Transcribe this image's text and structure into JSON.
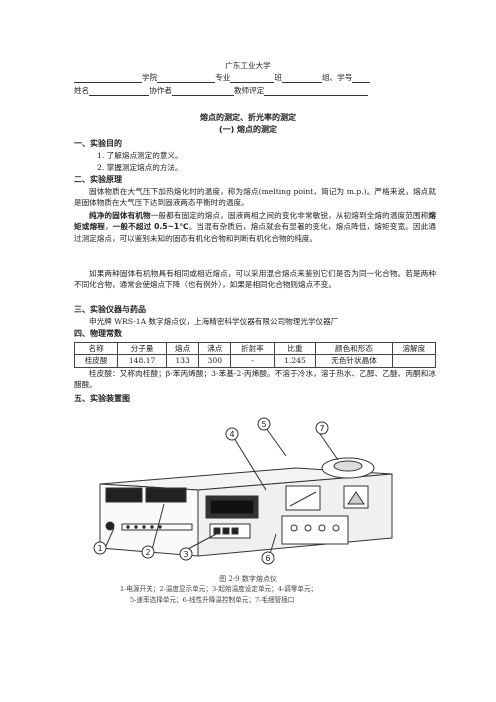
{
  "header": {
    "university": "广东工业大学",
    "college_label": "学院",
    "major_label": "专业",
    "class_label": "班",
    "group_label": "组、学号",
    "name_label": "姓名",
    "partner_label": "协作者",
    "grade_label": "教师评定"
  },
  "title": "熔点的测定、折光率的测定",
  "subtitle": "(一) 熔点的测定",
  "sections": {
    "s1": {
      "heading": "一、实验目的",
      "items": [
        "1. 了解熔点测定的意义。",
        "2. 掌握测定熔点的方法。"
      ]
    },
    "s2": {
      "heading": "二、实验原理",
      "p1": "固体物质在大气压下加热熔化时的温度，称为熔点(melting point，简记为 m.p.)。严格来说，熔点就是固体物质在大气压下达到固液两态平衡时的温度。",
      "p2_bold": "纯净的固体有机物",
      "p2_a": "一般都有固定的熔点，固液两相之间的变化非常敏锐，从初熔到全熔的温度范围称",
      "p2_bold2": "熔矩或熔程",
      "p2_b": "，",
      "p2_bold3": "一般不超过 0.5~1℃",
      "p2_c": "。当混有杂质后，熔点就会有显著的变化，熔点降低，熔矩变宽。因此通过测定熔点，可以鉴别未知的固态有机化合物和判断有机化合物的纯度。",
      "p3": "如果两种固体有机物具有相同或相近熔点，可以采用混合熔点来鉴别它们是否为同一化合物。若是两种不同化合物，通常会使熔点下降（也有例外），如果是相同化合物则熔点不变。"
    },
    "s3": {
      "heading": "三、实验仪器与药品",
      "text": "申光牌 WRS-1A 数字熔点仪，上海精密科学仪器有限公司物理光学仪器厂"
    },
    "s4": {
      "heading": "四、物理常数",
      "columns": [
        "名称",
        "分子量",
        "熔点",
        "沸点",
        "折射率",
        "比重",
        "颜色和形态",
        "溶解度"
      ],
      "row": [
        "桂皮酸",
        "148.17",
        "133",
        "300",
        "-",
        "1.245",
        "无色针状晶体",
        ""
      ],
      "note": "桂皮酸：又称肉桂酸；β-苯丙烯酸；3-苯基-2-丙烯酸。不溶于冷水，溶于热水、乙醇、乙醚、丙酮和冰醋酸。"
    },
    "s5": {
      "heading": "五、实验装置图"
    }
  },
  "figure": {
    "caption": "图 2-9   数字熔点仪",
    "legend1": "1-电源开关；2-温度显示单元；3-起始温度设定单元；4-调零单元；",
    "legend2": "5-速率选择单元；6-线性升降温控制单元；7-毛细管插口",
    "callouts": [
      "1",
      "2",
      "3",
      "4",
      "5",
      "6",
      "7"
    ]
  }
}
